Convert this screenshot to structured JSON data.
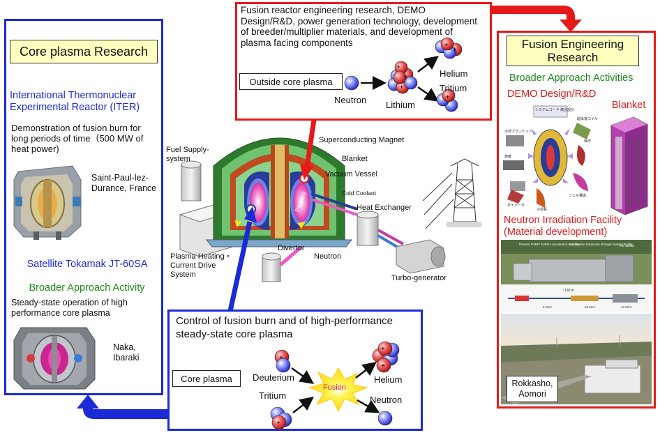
{
  "left_panel": {
    "title": "Core plasma Research",
    "iter_title": "International Thermonuclear Experimental Reactor (ITER)",
    "iter_desc": "Demonstration of fusion burn for long periods of time（500 MW of heat power)",
    "iter_location": "Saint-Paul-lez-Durance, France",
    "jt_title": "Satellite Tokamak JT-60SA",
    "jt_subtitle": "Broader Approach Activity",
    "jt_desc": "Steady-state operation of high performance core plasma",
    "jt_location": "Naka, Ibaraki"
  },
  "top_panel": {
    "description": "Fusion reactor engineering research, DEMO Design/R&D, power generation technology, development of breeder/multiplier materials, and development of plasma facing components",
    "outside_label": "Outside core plasma",
    "neutron": "Neutron",
    "lithium": "Lithium",
    "helium": "Helium",
    "tritium": "Tritium"
  },
  "right_panel": {
    "title": "Fusion Engineering Research",
    "broader": "Broader Approach Activities",
    "demo": "DEMO Design/R&D",
    "blanket": "Blanket",
    "ifmif": "Neutron Irradiation Facility (Material development)",
    "location": "Rokkasho, Aomori",
    "demo_fig_labels": [
      "システムコード 統合設計",
      "冷却ブランケット",
      "超伝導コイル",
      "遮蔽",
      "ダイバータ",
      "冷却系",
      "シェル構造",
      "保守"
    ],
    "ifmif_labels": [
      "Present IFMIF/ EVEDA accelerator Building",
      "Accelerator Extension &Target System facility",
      "PIE facility",
      "~150 m",
      "9 MeV",
      "26 MeV",
      "40 MeV"
    ]
  },
  "center": {
    "fuel": "Fuel Supply-system",
    "magnet": "Superconducting Magnet",
    "blanket": "Blanket",
    "vessel": "Vacuum Vessel",
    "coolant": "Cold Coolant",
    "exchanger": "Heat Exchanger",
    "plasma": "Plasma",
    "divertor": "Divertor",
    "neutron": "Neutron",
    "heating": "Plasma Heating・Current Drive System",
    "turbine": "Turbo-generator"
  },
  "bottom_panel": {
    "title": "Control of fusion burn and of high-performance steady-state core plasma",
    "core_label": "Core plasma",
    "deuterium": "Deuterium",
    "tritium": "Tritium",
    "fusion": "Fusion",
    "helium": "Helium",
    "neutron": "Neutron"
  },
  "colors": {
    "blue_border": "#1a2ad6",
    "red_border": "#e61919",
    "title_fill": "#ffffc0",
    "blue_text": "#1f2bd8",
    "green_text": "#1e8a1e",
    "red_text": "#e61919"
  }
}
